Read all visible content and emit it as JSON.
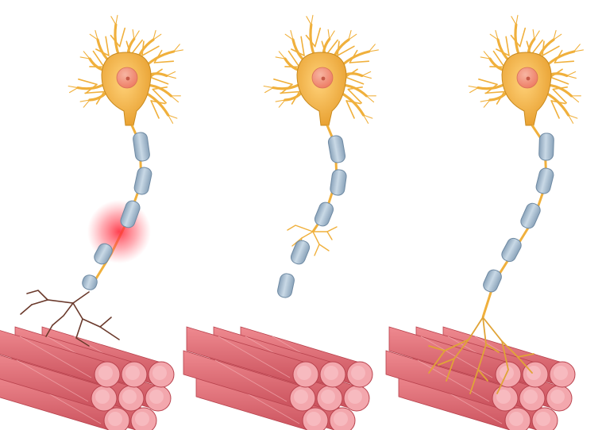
{
  "diagram": {
    "panels": [
      {
        "id": "injury",
        "axon_state": "damaged",
        "terminals": "degenerating"
      },
      {
        "id": "regeneration",
        "axon_state": "sprouting",
        "terminals": "none"
      },
      {
        "id": "reinnervated",
        "axon_state": "intact",
        "terminals": "connected"
      }
    ],
    "colors": {
      "background": "#ffffff",
      "neuron_body": "#f0b03c",
      "neuron_outline": "#c98a1e",
      "nucleus": "#f08a70",
      "myelin": "#a9bfd2",
      "myelin_outline": "#6f8aa3",
      "muscle": "#e26a72",
      "muscle_dark": "#b8424d",
      "muscle_end": "#f3a7ad",
      "injury_glow": "#ff3040",
      "degenerating_terminal": "#6b3a2c"
    }
  }
}
